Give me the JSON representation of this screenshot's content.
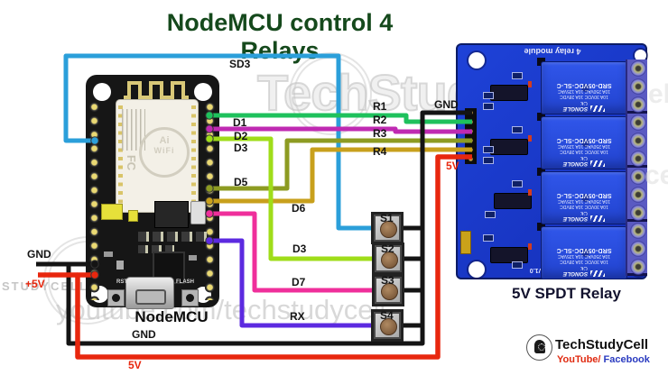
{
  "title": {
    "text": "NodeMCU control 4 Relays",
    "color": "#15491c"
  },
  "nodemcu": {
    "caption": "NodeMCU",
    "rst": "RST",
    "flash": "FLASH",
    "shield_fcc": "FC",
    "shield_logo_top": "Ai",
    "shield_logo_side": "WiFi"
  },
  "relay_module": {
    "caption": "5V SPDT Relay",
    "top_silk": "4 relay module",
    "bottom_silk": "HL-54S V1.0",
    "relay_part": "SRD-05VDC-SL-C",
    "relay_spec1": "10A 250VAC 10A 125VAC",
    "relay_spec2": "10A 30VDC 10A 28VDC",
    "relay_brand": "SONGLE",
    "relay_mark": "C€",
    "pcb_color": "#1d3fd4"
  },
  "switches": {
    "s1": "S1",
    "s2": "S2",
    "s3": "S3",
    "s4": "S4"
  },
  "wires": {
    "sd3": {
      "label": "SD3",
      "color": "#2b9fda"
    },
    "d1": {
      "label": "D1",
      "color": "#1ec15c"
    },
    "d2": {
      "label": "D2",
      "color": "#bf2ab2"
    },
    "d3": {
      "label": "D3",
      "color": "#9fdd19"
    },
    "d5": {
      "label": "D5",
      "color": "#8d9b22"
    },
    "d6": {
      "label": "D6",
      "color": "#c8a01c"
    },
    "d7": {
      "label": "D7",
      "color": "#ef2f9b"
    },
    "rx": {
      "label": "RX",
      "color": "#5c2ae0"
    },
    "gnd": {
      "color": "#141414"
    },
    "v5": {
      "color": "#e8270e"
    }
  },
  "relay_inputs": {
    "r1": "R1",
    "r2": "R2",
    "r3": "R3",
    "r4": "R4",
    "gnd": "GND",
    "v5": "5V"
  },
  "power_labels": {
    "gnd_left": "GND",
    "v5_left": "+5V",
    "gnd_bottom": "GND",
    "v5_bottom": "5V"
  },
  "branding": {
    "name": "TechStudyCell",
    "youtube": "YouTube/",
    "facebook": "Facebook"
  },
  "watermarks": {
    "big": "TechStudyCell",
    "url": "youtube.com/techstudycell",
    "side": "STUDYCELL",
    "edge1": "el",
    "edge2": "ce"
  }
}
